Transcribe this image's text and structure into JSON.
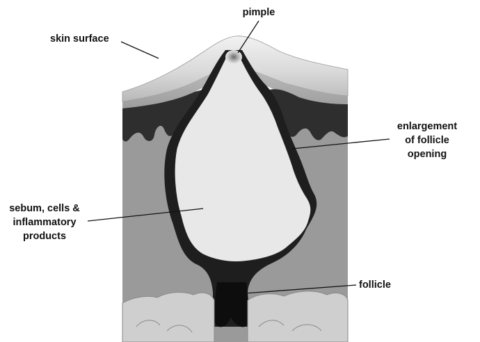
{
  "labels": {
    "pimple": "pimple",
    "skin_surface": "skin surface",
    "enlargement": [
      "enlargement",
      "of follicle",
      "opening"
    ],
    "sebum": [
      "sebum, cells &",
      "inflammatory",
      "products"
    ],
    "follicle": "follicle"
  },
  "colors": {
    "block_gray": "#9a9a9a",
    "surface_light": "#e6e6e6",
    "surface_dark": "#bdbdbd",
    "epidermis_band": "#a8a8a8",
    "dark_layer": "#2e2e2e",
    "pimple_fill": "#e8e8e8",
    "follicle_black": "#0d0d0d",
    "tissue_light": "#cfcfcf",
    "outline": "#222222"
  }
}
